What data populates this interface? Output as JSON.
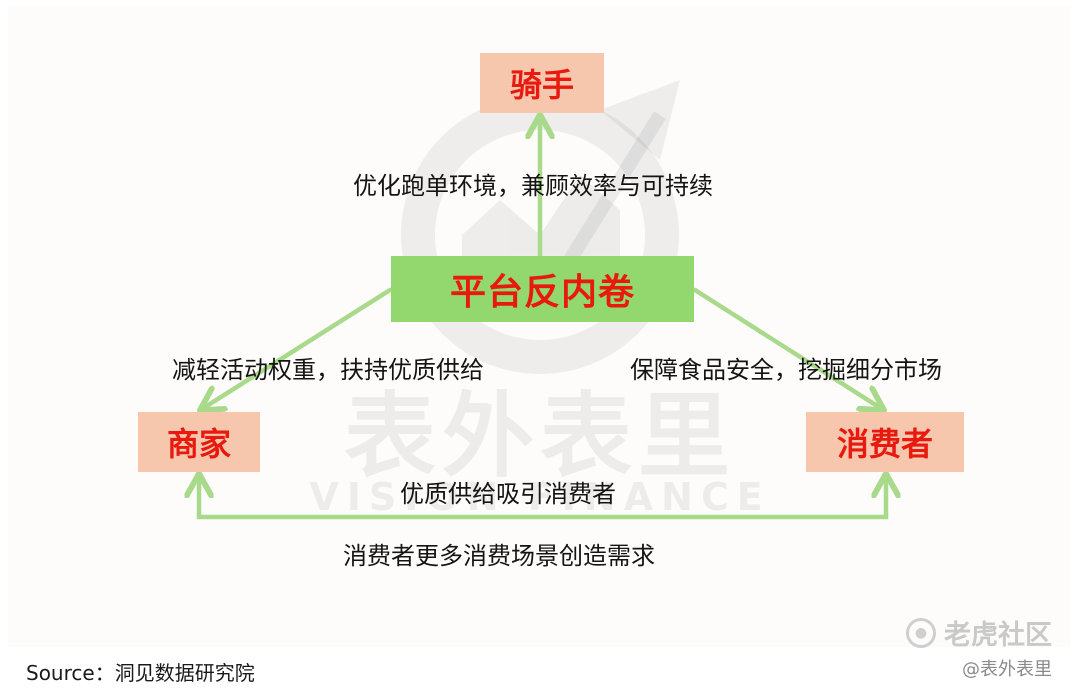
{
  "nodes": {
    "top": "骑手",
    "center": "平台反内卷",
    "left": "商家",
    "right": "消费者"
  },
  "edge_labels": {
    "center_to_top": "优化跑单环境，兼顾效率与可持续",
    "center_to_left": "减轻活动权重，扶持优质供给",
    "center_to_right": "保障食品安全，挖掘细分市场",
    "left_to_right": "优质供给吸引消费者",
    "right_to_left": "消费者更多消费场景创造需求"
  },
  "watermark": {
    "brand_cn": "表外表里",
    "brand_en": "VISION FINANCE"
  },
  "footer": {
    "source": "Source：洞见数据研究院",
    "platform_icon": "tiger-community-icon",
    "platform_name": "老虎社区",
    "handle": "@表外表里"
  },
  "colors": {
    "arrow": "#a9d98a",
    "node_orange": "#f6c7ad",
    "node_green": "#93d76f",
    "node_text": "#e8190f"
  }
}
